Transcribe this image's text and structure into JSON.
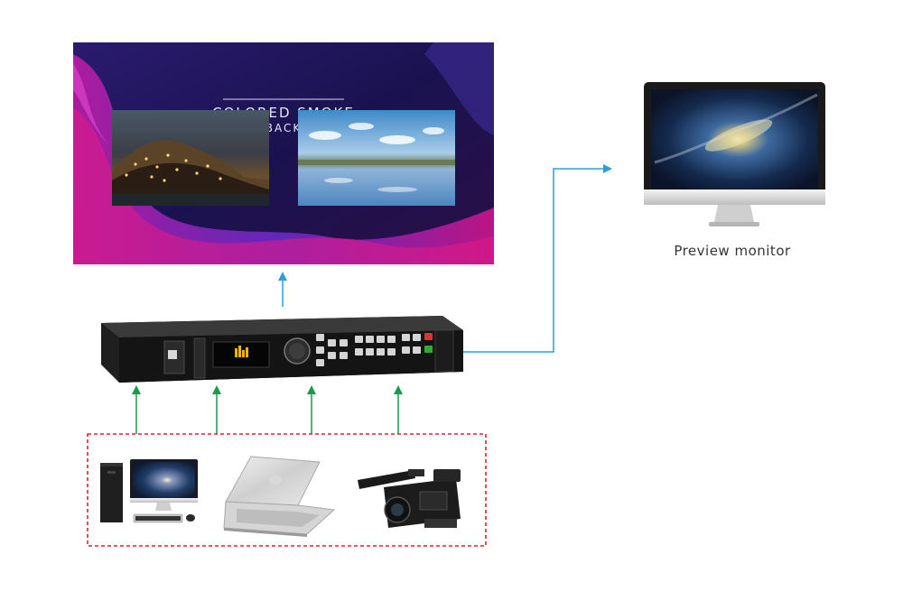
{
  "led_screen": {
    "title_line1": "COLORED SMOKE",
    "title_line2": "BACK"
  },
  "preview_monitor": {
    "label": "Preview monitor"
  },
  "colors": {
    "output_arrow": "#2a9fd8",
    "input_arrow": "#1a9a4a",
    "sources_border": "#d9262b"
  },
  "icons": [
    "led-screen-icon",
    "video-processor-icon",
    "desktop-monitor-icon",
    "desktop-pc-icon",
    "laptop-icon",
    "video-camera-icon"
  ]
}
